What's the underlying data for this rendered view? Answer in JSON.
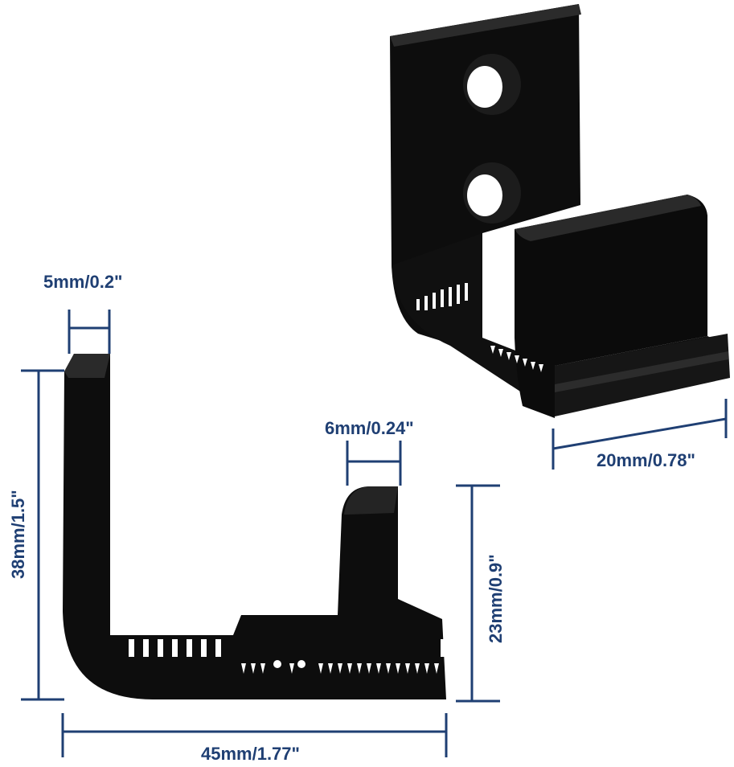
{
  "colors": {
    "dimension": "#1f3f73",
    "part": "#0d0d0d",
    "part_highlight": "#2a2a2a",
    "background": "#ffffff"
  },
  "dimensions": {
    "wall_thickness": "5mm/0.2\"",
    "guide_thickness": "6mm/0.24\"",
    "total_height": "38mm/1.5\"",
    "guide_height": "23mm/0.9\"",
    "total_width": "45mm/1.77\"",
    "depth": "20mm/0.78\""
  },
  "views": [
    "side-profile",
    "perspective"
  ]
}
